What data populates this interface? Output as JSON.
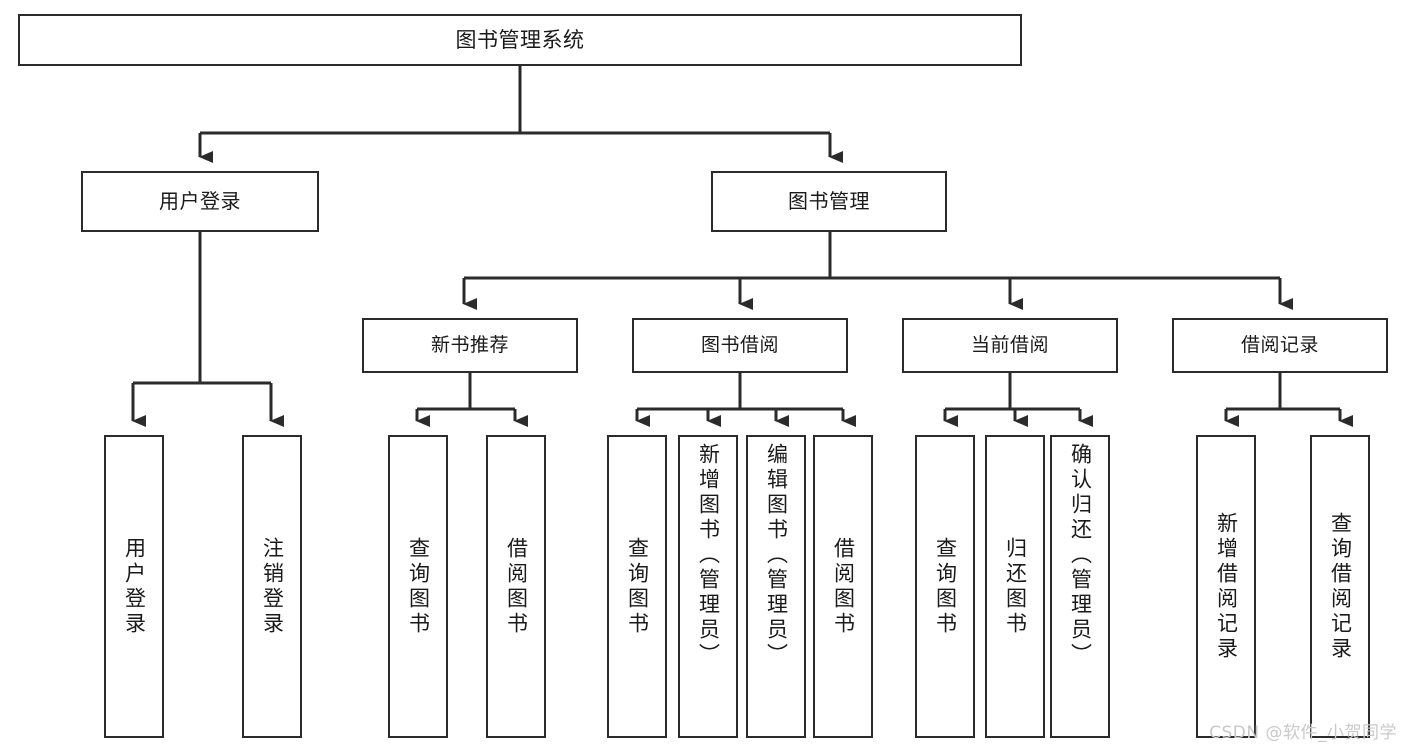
{
  "diagram": {
    "title": "图书管理系统",
    "type": "hierarchy-tree",
    "colors": {
      "background": "#ffffff",
      "box_fill": "#ffffff",
      "box_stroke": "#2b2b2b",
      "connector": "#2b2b2b",
      "text": "#1a1a1a",
      "watermark": "#c9c9c9"
    },
    "root": {
      "label": "图书管理系统"
    },
    "level1": [
      {
        "label": "用户登录"
      },
      {
        "label": "图书管理"
      }
    ],
    "level2": [
      {
        "label": "新书推荐"
      },
      {
        "label": "图书借阅"
      },
      {
        "label": "当前借阅"
      },
      {
        "label": "借阅记录"
      }
    ],
    "leaves": {
      "login": [
        {
          "label": "用户登录"
        },
        {
          "label": "注销登录"
        }
      ],
      "newrec": [
        {
          "label": "查询图书"
        },
        {
          "label": "借阅图书"
        }
      ],
      "borrow": [
        {
          "label": "查询图书"
        },
        {
          "label": "新增图书（管理员）"
        },
        {
          "label": "编辑图书（管理员）"
        },
        {
          "label": "借阅图书"
        }
      ],
      "curr": [
        {
          "label": "查询图书"
        },
        {
          "label": "归还图书"
        },
        {
          "label": "确认归还（管理员）"
        }
      ],
      "hist": [
        {
          "label": "新增借阅记录"
        },
        {
          "label": "查询借阅记录"
        }
      ]
    }
  },
  "watermark": "CSDN @软件_小贺同学"
}
